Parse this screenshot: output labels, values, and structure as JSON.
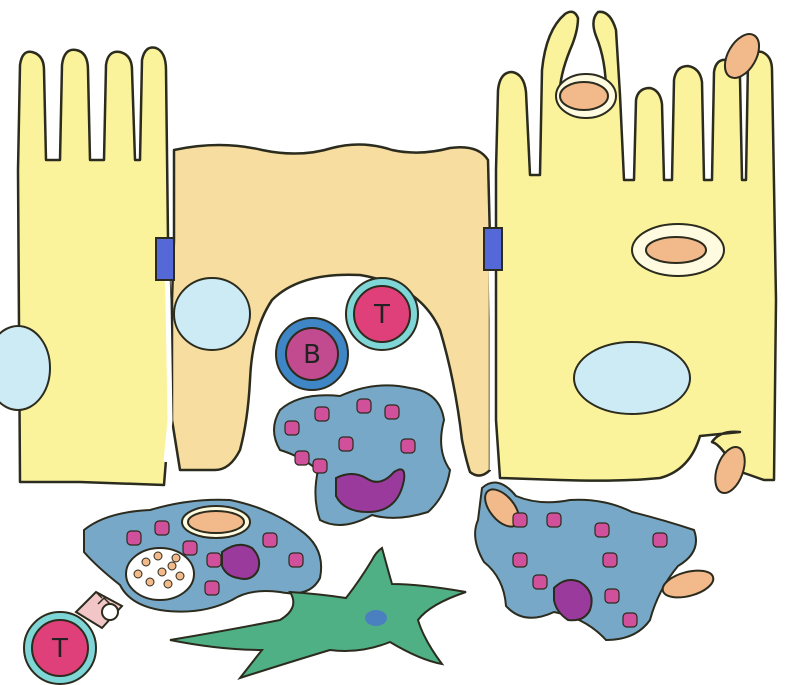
{
  "labels": {
    "t_cell_top": "T",
    "b_cell": "B",
    "t_cell_bottom": "T"
  },
  "colors": {
    "enterocyte": "#fbf39b",
    "m_cell": "#f7dea0",
    "nucleus": "#cdebf5",
    "junction": "#5568d8",
    "lymphocyte_fill": "#e0407a",
    "t_ring": "#7fd6d6",
    "b_ring": "#3f86c6",
    "b_fill": "#c24b8f",
    "macrophage": "#78a8c8",
    "granule": "#d0509c",
    "macrophage_nucleus": "#9a3a9c",
    "bacterium": "#f2b98a",
    "fibroblast": "#50b085",
    "fibroblast_nucleus": "#4a7fc0"
  }
}
